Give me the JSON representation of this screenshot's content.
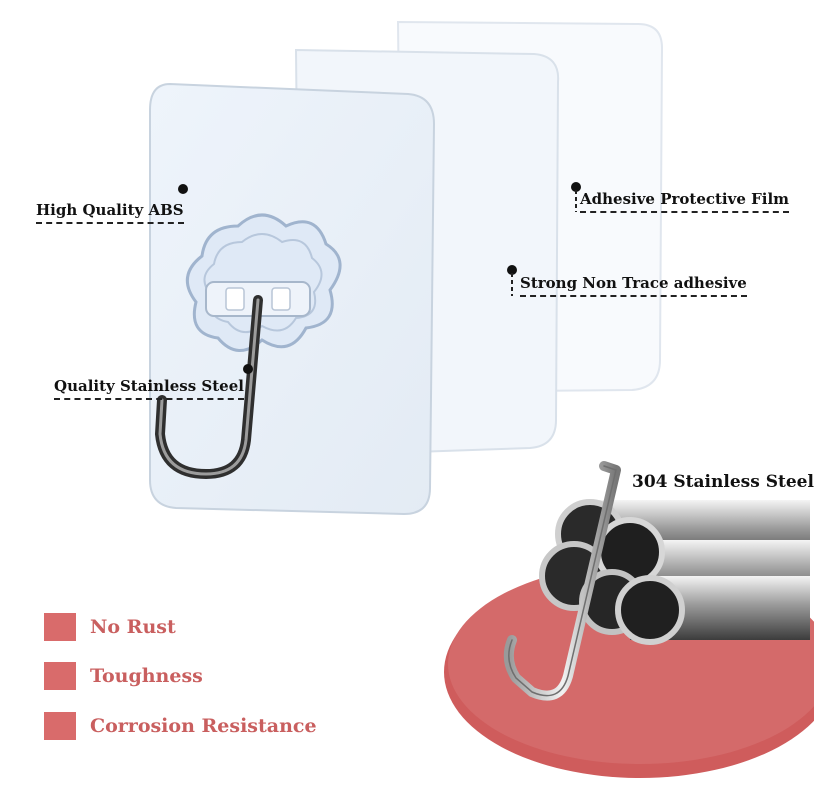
{
  "callouts": {
    "abs": "High Quality ABS",
    "film": "Adhesive Protective Film",
    "adhesive": "Strong Non Trace adhesive",
    "steel": "Quality Stainless Steel",
    "steel304": "304 Stainless Steel"
  },
  "features": [
    "No Rust",
    "Toughness",
    "Corrosion Resistance"
  ],
  "colors": {
    "accent": "#d96b6b",
    "accent_text": "#c95f5f",
    "base": "#cf5c5c",
    "text": "#111111"
  }
}
